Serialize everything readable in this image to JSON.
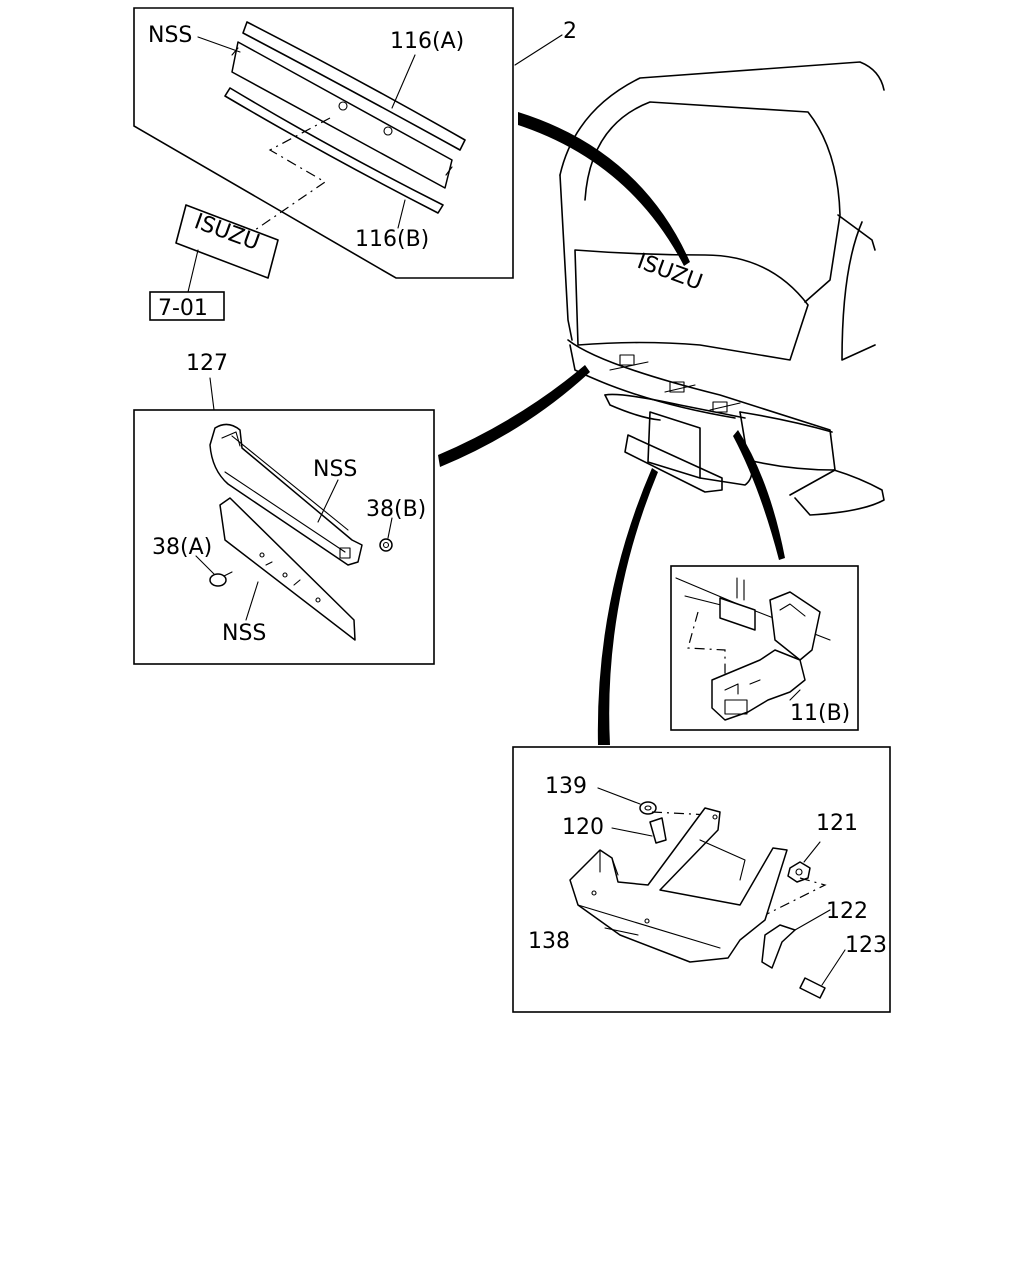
{
  "callouts": {
    "box_grille": "2",
    "nss_top": "NSS",
    "seal_a": "116(A)",
    "seal_b": "116(B)",
    "emblem_ref": "7-01",
    "box_bumper": "127",
    "nss_upper": "NSS",
    "clip_b": "38(B)",
    "clip_a": "38(A)",
    "nss_lower": "NSS",
    "bracket": "11(B)",
    "washer": "139",
    "bolt_a": "120",
    "nut": "121",
    "plate": "122",
    "bolt_b": "123",
    "guard": "138"
  },
  "emblem_text": "ISUZU"
}
